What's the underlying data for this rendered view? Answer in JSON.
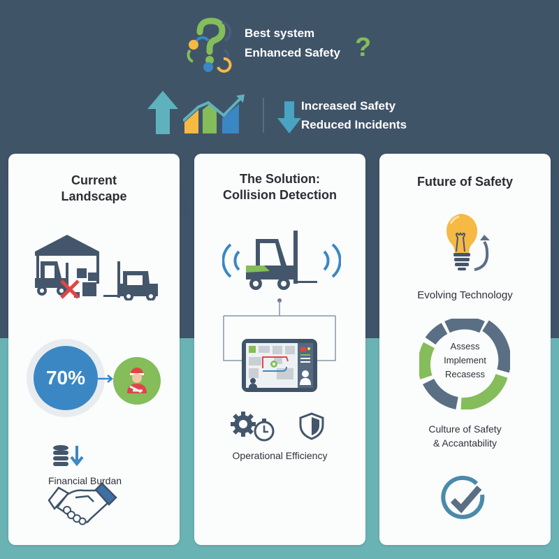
{
  "header": {
    "line1": "Best system",
    "line2": "Enhanced Safety",
    "question_mark": "?",
    "metrics": {
      "line1": "Increased Safety",
      "line2": "Reduced Incidents"
    }
  },
  "colors": {
    "top_band": "#3f5369",
    "bottom_band": "#6ab3b5",
    "card_bg": "#fbfcfc",
    "navy_icon": "#44566b",
    "blue": "#3a87c4",
    "green": "#84bd5a",
    "yellow": "#f5b944",
    "teal": "#5fb2bd",
    "red": "#e04545"
  },
  "cards": [
    {
      "title_line1": "Current",
      "title_line2": "Landscape",
      "stat_value": "70%",
      "label_bottom": "Financial Burdan"
    },
    {
      "title_line1": "The Solution:",
      "title_line2": "Collision Detection",
      "label_mid": "Operational Efficiency"
    },
    {
      "title_line1": "Future of Safety",
      "label_tech": "Evolving Technology",
      "cycle": [
        "Assess",
        "Implement",
        "Recasess"
      ],
      "label_culture_line1": "Culture of Safety",
      "label_culture_line2": "& Accantability"
    }
  ]
}
